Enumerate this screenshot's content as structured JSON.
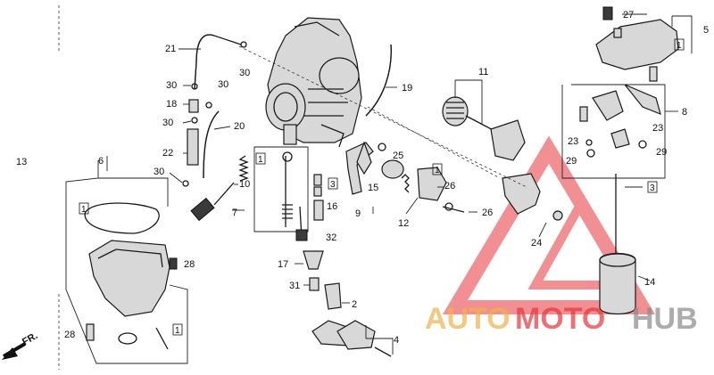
{
  "diagram": {
    "labels": {
      "n1": "1",
      "n2": "2",
      "n3": "3",
      "n4": "4",
      "n5": "5",
      "n6": "6",
      "n7": "7",
      "n8": "8",
      "n9": "9",
      "n10": "10",
      "n11": "11",
      "n12": "12",
      "n13": "13",
      "n14": "14",
      "n15": "15",
      "n16": "16",
      "n17": "17",
      "n18": "18",
      "n19": "19",
      "n20": "20",
      "n21": "21",
      "n22": "22",
      "n23": "23",
      "n24": "24",
      "n25": "25",
      "n26": "26",
      "n27": "27",
      "n28": "28",
      "n29": "29",
      "n30": "30",
      "n31": "31",
      "n32": "32"
    },
    "front_arrow": "FR."
  },
  "watermark": {
    "part1": "AUTO",
    "part2": "MOTO",
    "part3": "HUB",
    "colors": {
      "orange": "#f2b24a",
      "red": "#e8343a",
      "gray": "#8a8a8a"
    }
  }
}
